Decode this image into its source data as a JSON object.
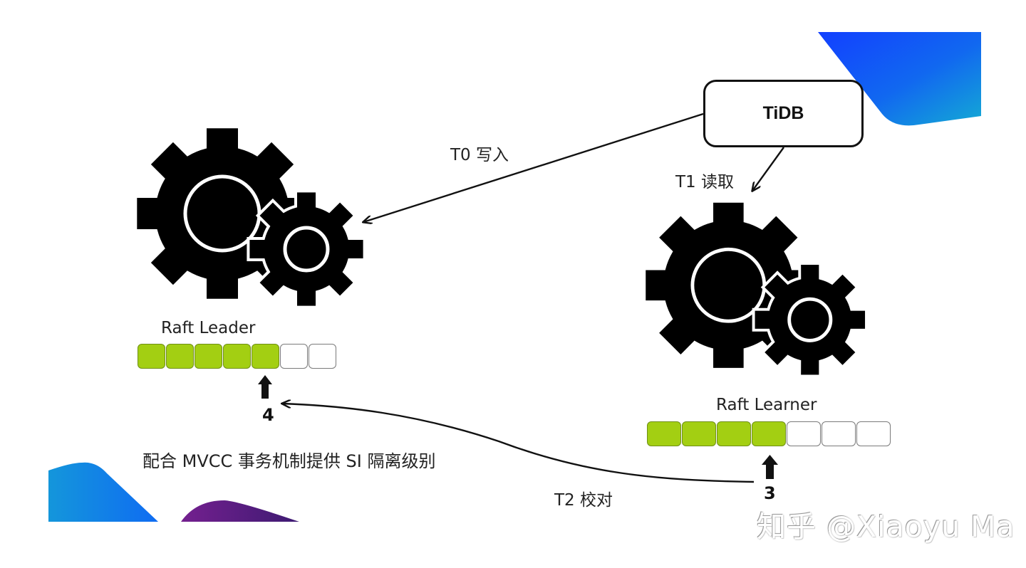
{
  "diagram": {
    "tidb_node": {
      "label": "TiDB"
    },
    "leader": {
      "label": "Raft Leader",
      "log_total": 7,
      "log_filled": 5,
      "pointer_number": "4"
    },
    "learner": {
      "label": "Raft Learner",
      "log_total": 7,
      "log_filled": 4,
      "pointer_number": "3"
    },
    "edges": {
      "write": "T0 写入",
      "read": "T1 读取",
      "check": "T2 校对"
    },
    "caption": "配合 MVCC 事务机制提供 SI 隔离级别",
    "watermark": "知乎 @Xiaoyu Ma"
  },
  "colors": {
    "log_filled": "#a3cf12",
    "log_empty": "#ffffff",
    "accent_blue": "#1446f5",
    "accent_teal": "#13a9d6",
    "accent_purple": "#6a1f8f"
  }
}
